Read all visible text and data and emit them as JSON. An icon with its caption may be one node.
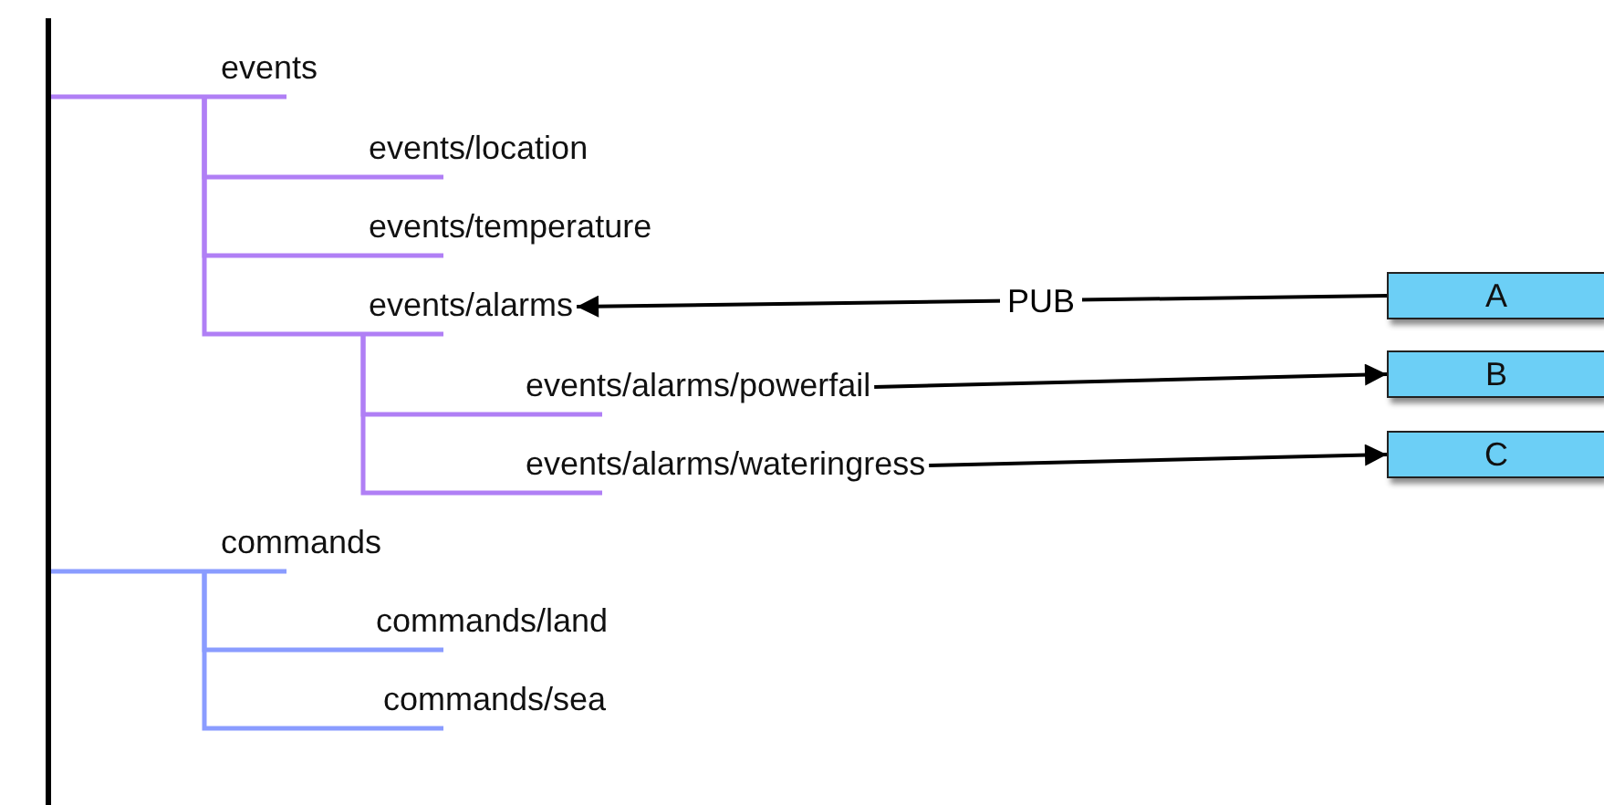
{
  "diagram": {
    "nodes": [
      {
        "text": [],
        "shape": "bar"
      },
      {
        "text": [
          "events"
        ]
      },
      {
        "text": [
          "events/location"
        ]
      },
      {
        "text": [
          "events/temperature"
        ]
      },
      {
        "text": [
          "events/alarms"
        ]
      },
      {
        "text": [
          "events/alarms/powerfail"
        ]
      },
      {
        "text": [
          "events/alarms/wateringress"
        ]
      },
      {
        "text": [
          "commands"
        ]
      },
      {
        "text": [
          "commands/land"
        ]
      },
      {
        "text": [
          "commands/sea"
        ]
      },
      {
        "text": [
          "A"
        ]
      },
      {
        "text": [
          "B"
        ]
      },
      {
        "text": [
          "C"
        ]
      }
    ],
    "edges": [
      {
        "from": 0,
        "to": 1,
        "arrow": "none"
      },
      {
        "from": 1,
        "to": 2,
        "arrow": "none"
      },
      {
        "from": 1,
        "to": 3,
        "arrow": "none"
      },
      {
        "from": 1,
        "to": 4,
        "arrow": "none"
      },
      {
        "from": 4,
        "to": 5,
        "arrow": "none"
      },
      {
        "from": 4,
        "to": 6,
        "arrow": "none"
      },
      {
        "from": 0,
        "to": 7,
        "arrow": "none",
        "color": "#8a9cff"
      },
      {
        "from": 7,
        "to": 8,
        "arrow": "none",
        "color": "#8a9cff"
      },
      {
        "from": 7,
        "to": 9,
        "arrow": "none",
        "color": "#8a9cff"
      },
      {
        "from": 10,
        "to": 4,
        "arrow": "to",
        "label": "PUB",
        "color": "#000000"
      },
      {
        "from": 5,
        "to": 11,
        "arrow": "to",
        "color": "#000000"
      },
      {
        "from": 6,
        "to": 12,
        "arrow": "to",
        "color": "#000000"
      }
    ]
  }
}
